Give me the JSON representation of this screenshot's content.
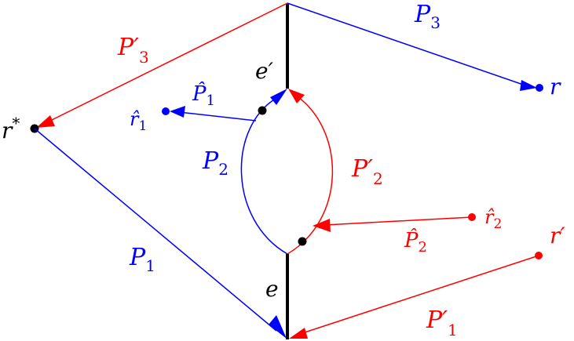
{
  "colors": {
    "blue": "#0000ff",
    "red": "#ff0000",
    "black": "#000000",
    "background": "#ffffff"
  },
  "nodes": {
    "r_star": {
      "label": "r",
      "sup": "*"
    },
    "r": {
      "label": "r"
    },
    "r_hat_1": {
      "label": "r̂",
      "sub": "1"
    },
    "r_hat_2": {
      "label": "r̂",
      "sub": "2"
    },
    "r_prime": {
      "label": "r′"
    }
  },
  "edges": {
    "e": {
      "label": "e"
    },
    "e_prime": {
      "label": "e′"
    }
  },
  "paths": {
    "P1": {
      "label": "P",
      "sub": "1",
      "color": "blue"
    },
    "P2": {
      "label": "P",
      "sub": "2",
      "color": "blue"
    },
    "P3": {
      "label": "P",
      "sub": "3",
      "color": "blue"
    },
    "P1_prime": {
      "label": "P′",
      "sub": "1",
      "color": "red"
    },
    "P2_prime": {
      "label": "P′",
      "sub": "2",
      "color": "red"
    },
    "P3_prime": {
      "label": "P′",
      "sub": "3",
      "color": "red"
    },
    "P1_hat": {
      "label": "P̂",
      "sub": "1",
      "color": "blue"
    },
    "P2_hat": {
      "label": "P̂",
      "sub": "2",
      "color": "red"
    }
  }
}
